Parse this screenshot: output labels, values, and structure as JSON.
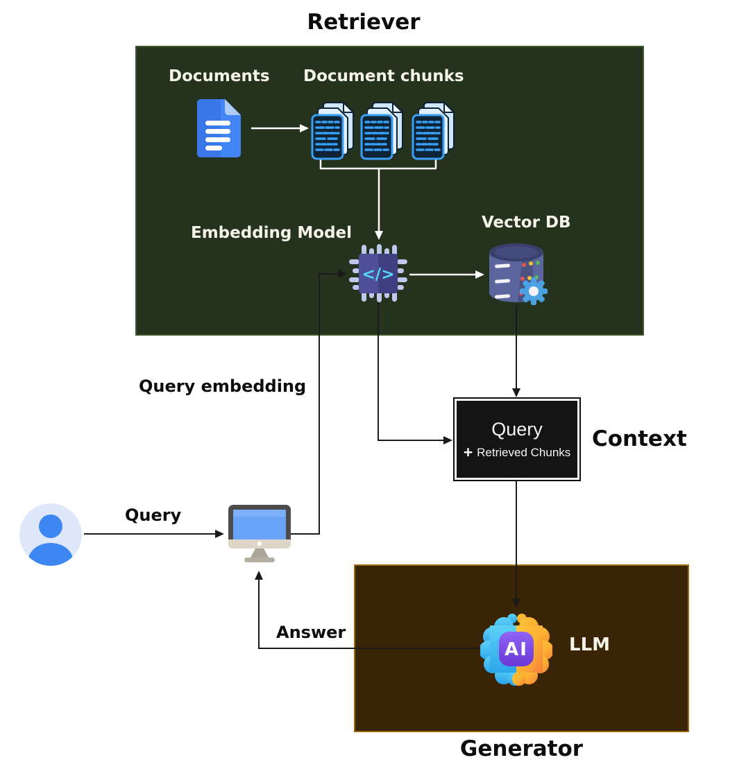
{
  "title": "Retriever",
  "retriever": {
    "documents_label": "Documents",
    "chunks_label": "Document chunks",
    "embedding_label": "Embedding Model",
    "vectordb_label": "Vector DB"
  },
  "flow_labels": {
    "query_embedding": "Query embedding",
    "query": "Query",
    "answer": "Answer"
  },
  "context": {
    "label": "Context",
    "line1": "Query",
    "plus": "+",
    "line2": "Retrieved Chunks"
  },
  "generator": {
    "label": "Generator",
    "llm_label": "LLM"
  },
  "icons": {
    "chip_glyph": "</>",
    "ai_text": "AI"
  },
  "colors": {
    "retriever_box_bg": "#25331e",
    "generator_box_bg": "#392406",
    "generator_box_border": "#9c6b0e",
    "context_box_bg": "#141414",
    "doc_blue": "#4285f4",
    "chunk_blue": "#39a0f5",
    "chip_purple": "#47478c",
    "chip_glyph_cyan": "#55d9f6",
    "db_slate": "#5c659e",
    "gear_blue": "#4aa2e3",
    "avatar_blue": "#3d87f3",
    "screen_blue": "#68a3f7",
    "brain_cyan": "#41c0f0",
    "brain_yellow": "#fbbd2f",
    "brain_orange": "#f58a3e",
    "ai_purple": "#7b4fe0",
    "arrow_black": "#1a1a1a",
    "arrow_white": "#ffffff"
  }
}
